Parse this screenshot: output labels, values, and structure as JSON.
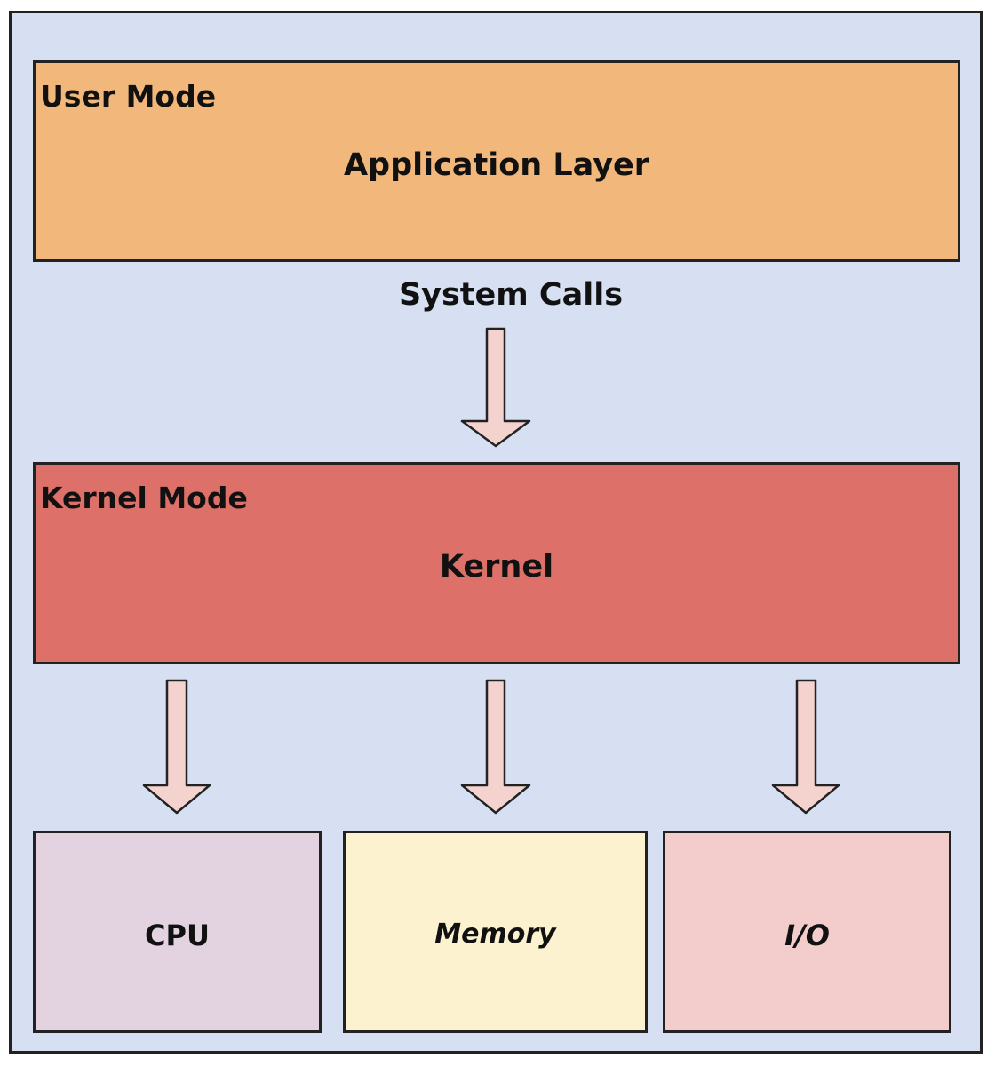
{
  "colors": {
    "background": "#d6e0f2",
    "user_layer": "#f2b77a",
    "kernel_layer": "#dd7068",
    "cpu": "#e3d2df",
    "memory": "#fdf2cf",
    "io": "#f2cdcc",
    "arrow_fill": "#f4d3cf",
    "outline": "#222222"
  },
  "user_layer": {
    "mode_label": "User Mode",
    "name": "Application Layer"
  },
  "system_calls": {
    "label": "System Calls"
  },
  "kernel_layer": {
    "mode_label": "Kernel Mode",
    "name": "Kernel"
  },
  "resources": [
    {
      "label": "CPU"
    },
    {
      "label": "Memory"
    },
    {
      "label": "I/O"
    }
  ]
}
